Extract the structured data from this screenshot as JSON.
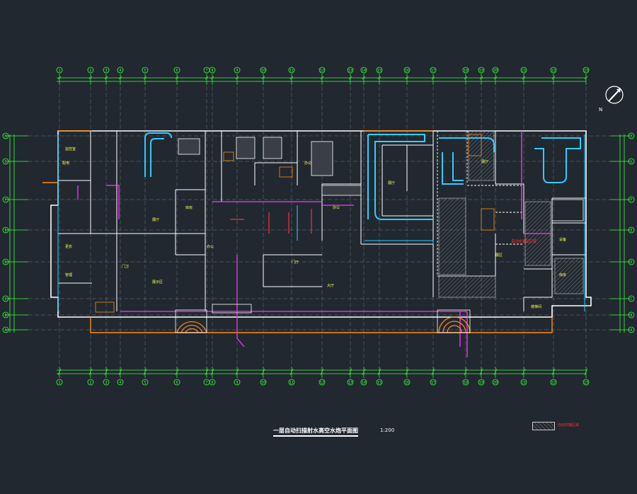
{
  "drawing": {
    "title": "一层自动扫描射水高空水炮平面图",
    "scale": "1:200",
    "legend_text": "自动扫描区域",
    "compass_letter": "N",
    "highlight_tag": "自动扫描区域"
  },
  "grid_axis": {
    "top_labels": [
      "1",
      "2",
      "3",
      "4",
      "5",
      "6",
      "7",
      "8",
      "9",
      "10",
      "11",
      "12",
      "13",
      "14",
      "15",
      "16",
      "17",
      "18",
      "19",
      "20",
      "21",
      "22",
      "23"
    ],
    "bottom_labels": [
      "1",
      "2",
      "3",
      "4",
      "5",
      "6",
      "7",
      "8",
      "9",
      "10",
      "11",
      "12",
      "13",
      "14",
      "15",
      "16",
      "17",
      "18",
      "19",
      "20",
      "21",
      "22",
      "23"
    ],
    "left_labels": [
      "H",
      "G",
      "F",
      "E",
      "D",
      "C",
      "B",
      "A"
    ],
    "right_labels": [
      "H",
      "G",
      "F",
      "E",
      "D",
      "C",
      "B",
      "A"
    ]
  },
  "colors": {
    "background": "#212830",
    "dimension": "#3cff3c",
    "wall": "#ffffff",
    "pipe": "#ff33ff",
    "duct": "#33ccff",
    "facade": "#ff8c1a",
    "text": "#ffff55",
    "alert": "#ff3030"
  }
}
